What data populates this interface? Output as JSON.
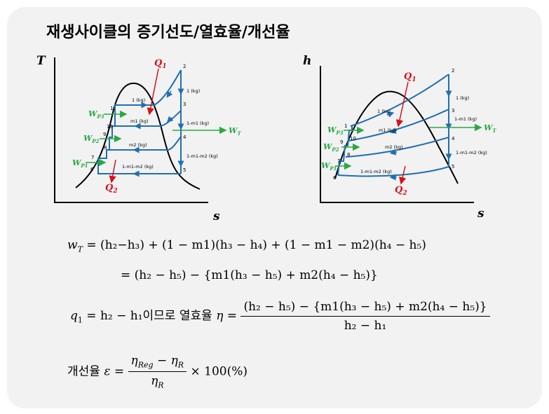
{
  "title": "재생사이클의 증기선도/열효율/개선율",
  "ts_diagram": {
    "y_axis": "T",
    "x_axis": "s",
    "heat_in": "Q",
    "heat_in_sub": "1",
    "heat_out": "Q",
    "heat_out_sub": "2",
    "work_turbine": "W",
    "work_turbine_sub": "T",
    "pump_works": [
      {
        "main": "W",
        "sub": "P3"
      },
      {
        "main": "W",
        "sub": "P2"
      },
      {
        "main": "W",
        "sub": "P1"
      }
    ],
    "points": [
      "1",
      "2",
      "3",
      "4",
      "5",
      "6",
      "7",
      "8",
      "9",
      "10"
    ],
    "mass_labels": [
      "1 (kg)",
      "m1 (kg)",
      "m2 (kg)",
      "1-m1-m2  (kg)"
    ],
    "turbine_mass_labels": [
      "1 (kg)",
      "1-m1 (kg)",
      "1-m1-m2 (kg)"
    ]
  },
  "hs_diagram": {
    "y_axis": "h",
    "x_axis": "s",
    "heat_in": "Q",
    "heat_in_sub": "1",
    "heat_out": "Q",
    "heat_out_sub": "2",
    "work_turbine": "W",
    "work_turbine_sub": "T",
    "pump_works": [
      {
        "main": "W",
        "sub": "P3"
      },
      {
        "main": "W",
        "sub": "P2"
      },
      {
        "main": "W",
        "sub": "P1"
      }
    ],
    "points": [
      "1",
      "2",
      "3",
      "4",
      "5",
      "6",
      "7",
      "8",
      "9",
      "10"
    ],
    "mass_labels": [
      "1 (kg)",
      "m1 (kg)",
      "m2 (kg)",
      "1-m1-m2  (kg)"
    ],
    "turbine_mass_labels": [
      "1 (kg)",
      "1-m1 (kg)",
      "1-m1-m2 (kg)"
    ]
  },
  "equations": {
    "wt_line1": "= (h₂−h₃) + (1 − m1)(h₃ − h₄) + (1 − m1 − m2)(h₄ − h₅)",
    "wt_line2": "= (h₂ − h₅) − {m1(h₃ − h₅) + m2(h₄ − h₅)}",
    "q1_text": "= h₂ − h₁",
    "korean_mid": "이므로 열효율",
    "eta_num": "(h₂ − h₅) − {m1(h₃ − h₅) + m2(h₄ − h₅)}",
    "eta_den": "h₂ − h₁",
    "improve_label": "개선율",
    "improve_num": "η",
    "improve_tail": "× 100(%)"
  },
  "colors": {
    "cycle": "#1f6fb2",
    "heat": "#d4131b",
    "work": "#2aa845",
    "dome": "#000000"
  }
}
